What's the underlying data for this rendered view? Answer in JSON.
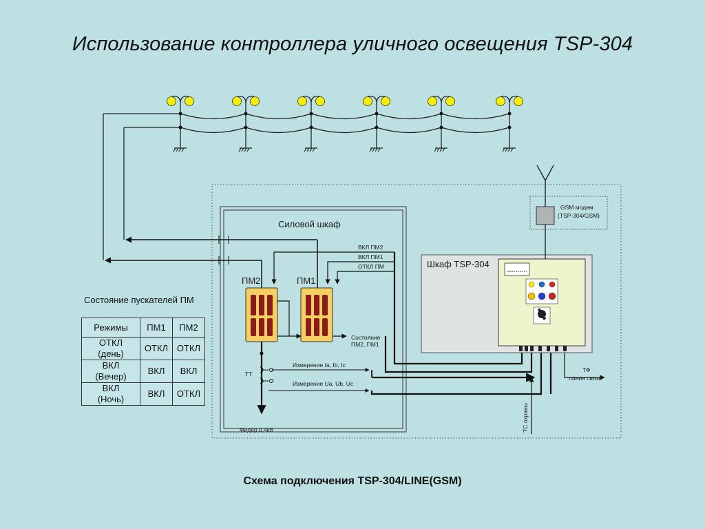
{
  "title": "Использование контроллера уличного освещения TSP-304",
  "caption": "Схема подключения TSP-304/LINE(GSM)",
  "labels": {
    "power_cabinet": "Силовой шкаф",
    "pm2": "ПМ2",
    "pm1": "ПМ1",
    "on_pm2": "ВКЛ ПМ2",
    "on_pm1": "ВКЛ ПМ1",
    "off_pm": "ОТКЛ ПМ",
    "state_line1": "Состояние",
    "state_line2": "ПМ2, ПМ1",
    "measure_i": "Измерение Ia, Ib, Ic",
    "measure_u": "Измерение Ua, Ub, Uc",
    "tt": "ТТ",
    "feeder": "Фидер 0,4кВ",
    "tsp_cabinet": "Шкаф TSP-304",
    "gsm_line1": "GSM модем",
    "gsm_line2": "(TSP-304/GSM)",
    "tf_line1": "ТФ",
    "tf_line2": "линия связи",
    "tc_security": "ТС охраны"
  },
  "state_table": {
    "heading": "Состояние пускателей ПМ",
    "headers": [
      "Режимы",
      "ПМ1",
      "ПМ2"
    ],
    "rows": [
      {
        "mode1": "ОТКЛ",
        "mode2": "(день)",
        "pm1": "ОТКЛ",
        "pm2": "ОТКЛ"
      },
      {
        "mode1": "ВКЛ",
        "mode2": "(Вечер)",
        "pm1": "ВКЛ",
        "pm2": "ВКЛ"
      },
      {
        "mode1": "ВКЛ",
        "mode2": "(Ночь)",
        "pm1": "ВКЛ",
        "pm2": "ОТКЛ"
      }
    ]
  },
  "colors": {
    "background": "#bde0e3",
    "lamp": "#f5f000",
    "contactor_frame": "#f5d060",
    "contactor_coil": "#8b1a1a",
    "controller_body": "#eef5cc",
    "line": "#111111"
  },
  "icons": {
    "lamp": "street-lamp-icon",
    "ground": "ground-icon",
    "antenna": "antenna-icon"
  }
}
